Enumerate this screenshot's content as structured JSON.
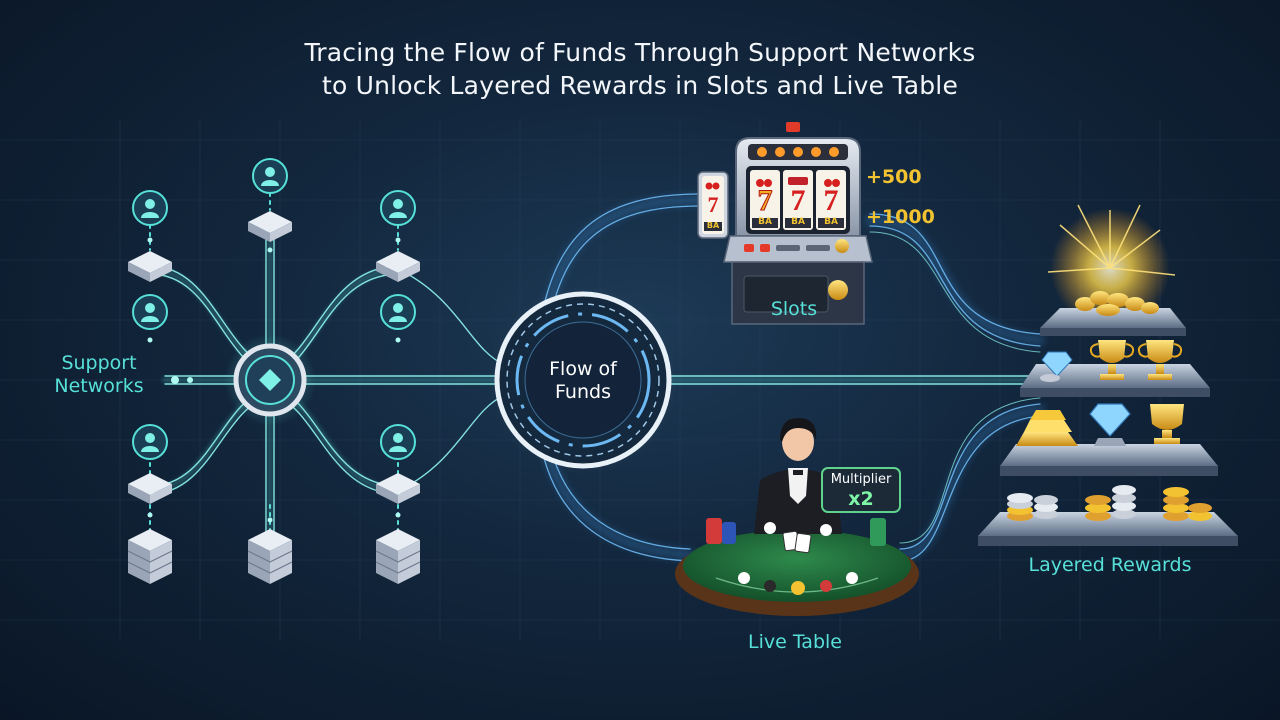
{
  "title": {
    "line1": "Tracing the Flow of Funds Through Support Networks",
    "line2": "to Unlock Layered Rewards in Slots and Live Table"
  },
  "nodes": {
    "support_networks": {
      "line1": "Support",
      "line2": "Networks"
    },
    "flow_of_funds": {
      "line1": "Flow of",
      "line2": "Funds"
    },
    "slots": {
      "label": "Slots",
      "bonus_1": "+500",
      "bonus_2": "+1000",
      "reel_symbol": "7",
      "plate_text": "BA"
    },
    "live_table": {
      "label": "Live Table",
      "multiplier_label": "Multiplier",
      "multiplier_value": "x2"
    },
    "layered_rewards": {
      "label": "Layered Rewards"
    }
  },
  "colors": {
    "accent_teal": "#57e0d8",
    "flow_blue": "#3d8fd8",
    "gold": "#f2c230",
    "background": "#12263c",
    "text": "#f3f6fa"
  },
  "icons": [
    "user-icon",
    "server-icon",
    "hub-icon",
    "slot-machine-icon",
    "dealer-icon",
    "trophy-icon",
    "diamond-icon",
    "coin-stack-icon",
    "gold-bar-icon",
    "sparkle-icon"
  ]
}
